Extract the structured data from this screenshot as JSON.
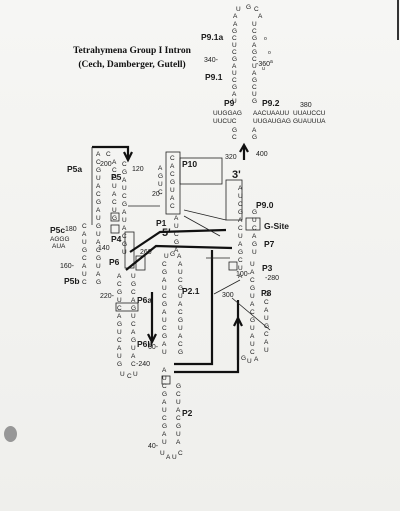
{
  "title": {
    "line1": "Tetrahymena Group I Intron",
    "line2": "(Cech, Damberger, Gutell)"
  },
  "labels": {
    "p9_1a": "P9.1a",
    "p9_1": "P9.1",
    "p9": "P9",
    "p9_2": "P9.2",
    "p10": "P10",
    "p9_0": "P9.0",
    "g_site": "G-Site",
    "p7": "P7",
    "p3": "P3",
    "p8": "P8",
    "p5a": "P5a",
    "p5": "P5",
    "p5c": "P5c",
    "p5b": "P5b",
    "p4": "P4",
    "p6": "P6",
    "p6a": "P6a",
    "p6b": "P6b",
    "p1": "P1",
    "p2_1": "P2.1",
    "p2": "P2",
    "three_prime": "3'",
    "five_prime": "5'"
  },
  "numbers": {
    "n340": "340-",
    "n360": "-360",
    "n380": "380",
    "n320": "320",
    "n400": "400",
    "n200": "200",
    "n120": "120",
    "n20": "20-",
    "n180": "180",
    "n140": "140",
    "n160": "160-",
    "n260": "260",
    "n220": "220-",
    "n100": "100-",
    "n280": "-280",
    "n300": "300",
    "n60": "60-",
    "n240": "-240",
    "n40": "40-"
  },
  "sequences": {
    "p9_left": "UUGGAG",
    "p9_right": "AACUAAUU",
    "p9_2_top": "UUAUCCU",
    "p9_2_bottom": "GUAUUUA",
    "p5c_loop": "AGGG",
    "p5c_stem": "AUA",
    "p9_low": "UUCUC"
  }
}
